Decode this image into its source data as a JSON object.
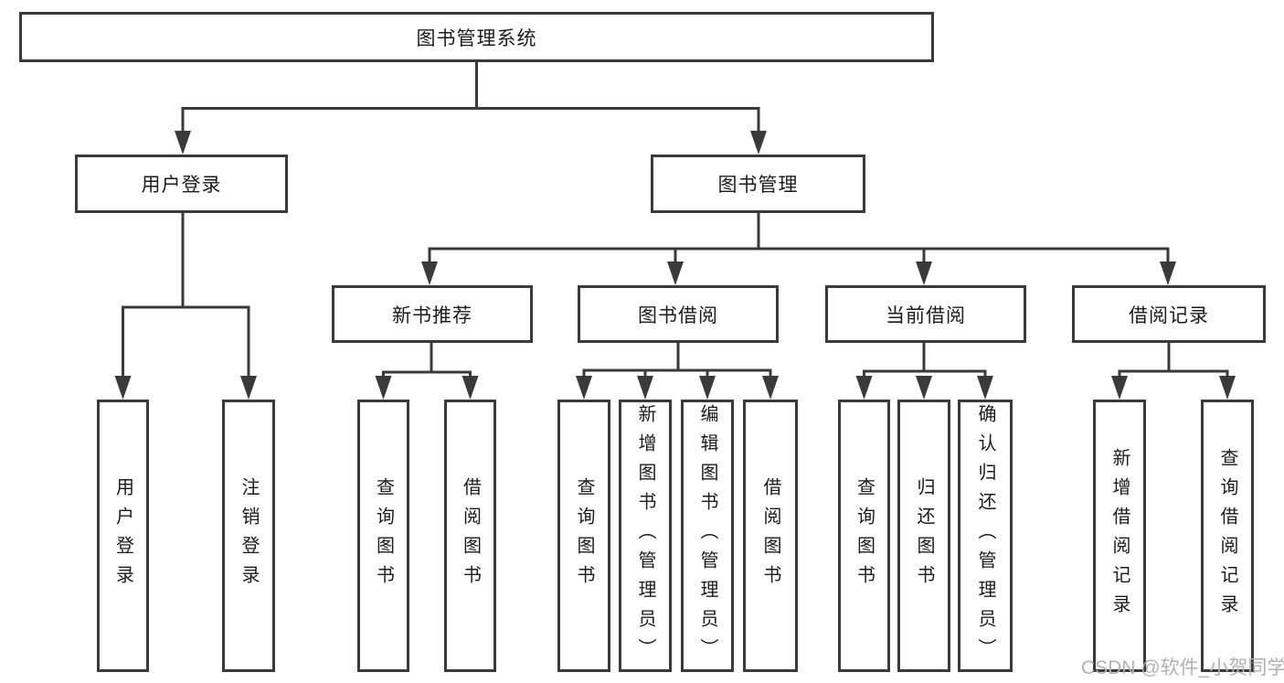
{
  "tree": {
    "label": "图书管理系统",
    "children": [
      {
        "label": "用户登录",
        "children": [
          {
            "label": "用户登录"
          },
          {
            "label": "注销登录"
          }
        ]
      },
      {
        "label": "图书管理",
        "children": [
          {
            "label": "新书推荐",
            "children": [
              {
                "label": "查询图书"
              },
              {
                "label": "借阅图书"
              }
            ]
          },
          {
            "label": "图书借阅",
            "children": [
              {
                "label": "查询图书"
              },
              {
                "label": "新增图书（管理员）"
              },
              {
                "label": "编辑图书（管理员）"
              },
              {
                "label": "借阅图书"
              }
            ]
          },
          {
            "label": "当前借阅",
            "children": [
              {
                "label": "查询图书"
              },
              {
                "label": "归还图书"
              },
              {
                "label": "确认归还（管理员）"
              }
            ]
          },
          {
            "label": "借阅记录",
            "children": [
              {
                "label": "新增借阅记录"
              },
              {
                "label": "查询借阅记录"
              }
            ]
          }
        ]
      }
    ]
  },
  "watermark": {
    "text": "CSDN @软件_小贺同学",
    "color": "#b2b2b2"
  },
  "colors": {
    "line": "#3a3a3a",
    "border": "#3a3a3a",
    "text": "#1b1b1b",
    "background": "#ffffff"
  }
}
